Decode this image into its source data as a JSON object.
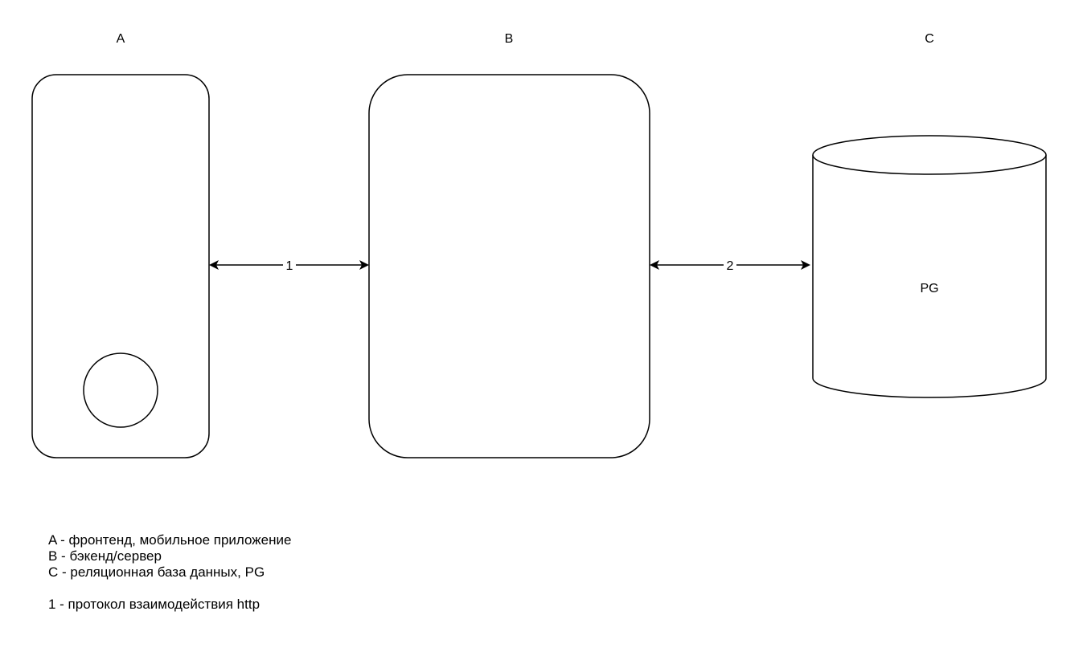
{
  "nodes": {
    "a": {
      "label": "A"
    },
    "b": {
      "label": "B"
    },
    "c": {
      "label": "C",
      "inner_label": "PG"
    }
  },
  "edges": {
    "e1": {
      "label": "1"
    },
    "e2": {
      "label": "2"
    }
  },
  "legend": {
    "line_a": "A - фронтенд, мобильное приложение",
    "line_b": "B - бэкенд/сервер",
    "line_c": "C - реляционная база данных, PG",
    "line_1": "1 - протокол взаимодействия http"
  },
  "colors": {
    "stroke": "#000000",
    "background": "#ffffff"
  }
}
